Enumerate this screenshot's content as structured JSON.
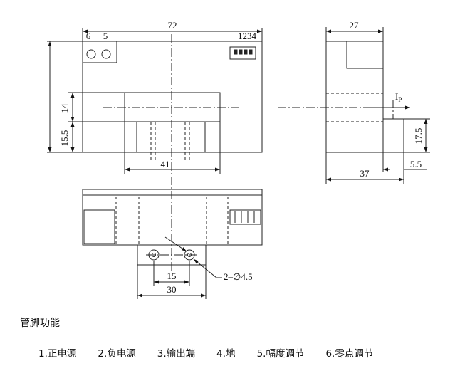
{
  "dimensions": {
    "width_72": "72",
    "width_27": "27",
    "height_14": "14",
    "height_15_5": "15.5",
    "width_41": "41",
    "width_37": "37",
    "height_17_5": "17.5",
    "width_5_5": "5.5",
    "pitch_15": "15",
    "width_30": "30",
    "holes": "2–∅4.5"
  },
  "labels": {
    "pin_6": "6",
    "pin_5": "5",
    "connector_pins": "1234",
    "current_symbol": "I",
    "current_subscript": "P"
  },
  "caption": "管脚功能",
  "pins": [
    "1.正电源",
    "2.负电源",
    "3.输出端",
    "4.地",
    "5.幅度调节",
    "6.零点调节"
  ]
}
